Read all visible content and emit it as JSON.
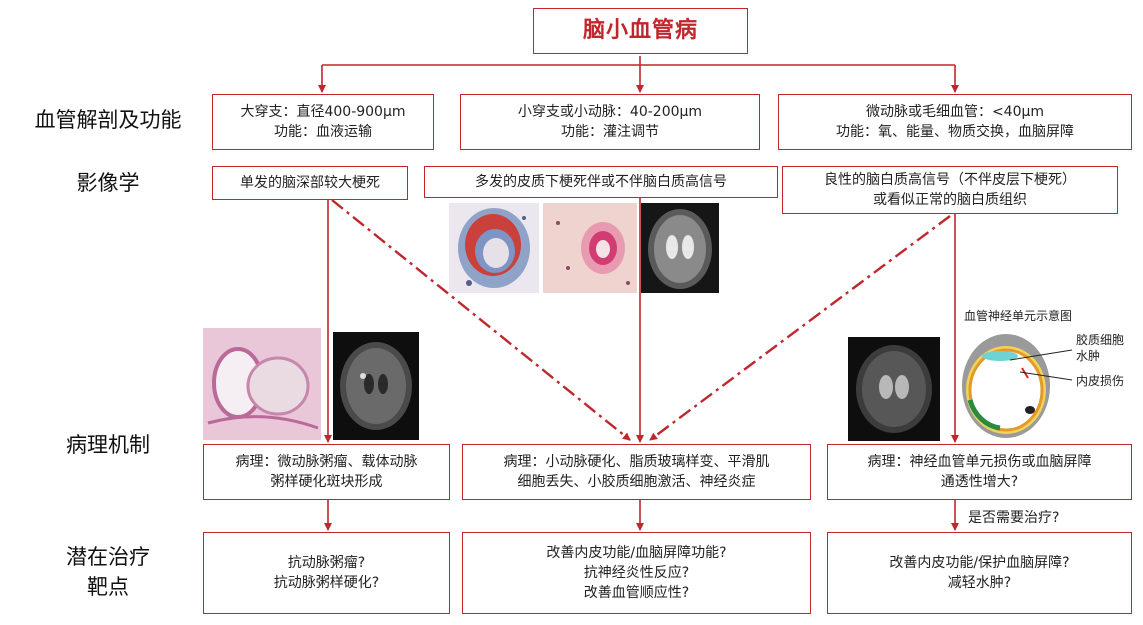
{
  "title": "脑小血管病",
  "row_labels": {
    "anatomy": "血管解剖及功能",
    "imaging": "影像学",
    "pathology": "病理机制",
    "target_line1": "潜在治疗",
    "target_line2": "靶点"
  },
  "anatomy": [
    {
      "line1": "大穿支：直径400-900μm",
      "line2": "功能：血液运输"
    },
    {
      "line1": "小穿支或小动脉：40-200μm",
      "line2": "功能：灌注调节"
    },
    {
      "line1": "微动脉或毛细血管：<40μm",
      "line2": "功能：氧、能量、物质交换，血脑屏障"
    }
  ],
  "imaging": [
    {
      "line1": "单发的脑深部较大梗死"
    },
    {
      "line1": "多发的皮质下梗死伴或不伴脑白质高信号"
    },
    {
      "line1": "良性的脑白质高信号（不伴皮层下梗死）",
      "line2": "或看似正常的脑白质组织"
    }
  ],
  "pathology": [
    {
      "line1": "病理：微动脉粥瘤、载体动脉",
      "line2": "粥样硬化斑块形成"
    },
    {
      "line1": "病理：小动脉硬化、脂质玻璃样变、平滑肌",
      "line2": "细胞丢失、小胶质细胞激活、神经炎症"
    },
    {
      "line1": "病理：神经血管单元损伤或血脑屏障",
      "line2": "通透性增大?"
    }
  ],
  "targets": [
    {
      "line1": "抗动脉粥瘤?",
      "line2": "抗动脉粥样硬化?"
    },
    {
      "line1": "改善内皮功能/血脑屏障功能?",
      "line2": "抗神经炎性反应?",
      "line3": "改善血管顺应性?"
    },
    {
      "line1": "改善内皮功能/保护血脑屏障?",
      "line2": "减轻水肿?"
    }
  ],
  "treatment_question": "是否需要治疗?",
  "nvu": {
    "caption": "血管神经单元示意图",
    "label_glia_1": "胶质细胞",
    "label_glia_2": "水肿",
    "label_endo": "内皮损伤"
  },
  "colors": {
    "accent": "#c0272d"
  }
}
